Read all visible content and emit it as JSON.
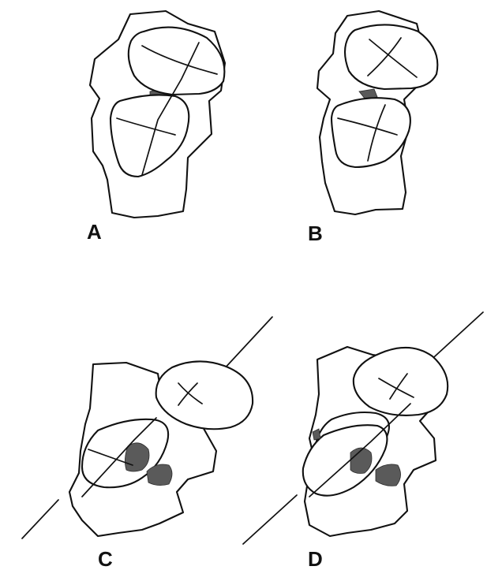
{
  "panels": [
    {
      "id": "a",
      "label": "A"
    },
    {
      "id": "b",
      "label": "B"
    },
    {
      "id": "c",
      "label": "C"
    },
    {
      "id": "d",
      "label": "D"
    }
  ],
  "colors": {
    "outline": "#111111",
    "shading": "#5a5a5a",
    "background": "#ffffff"
  }
}
